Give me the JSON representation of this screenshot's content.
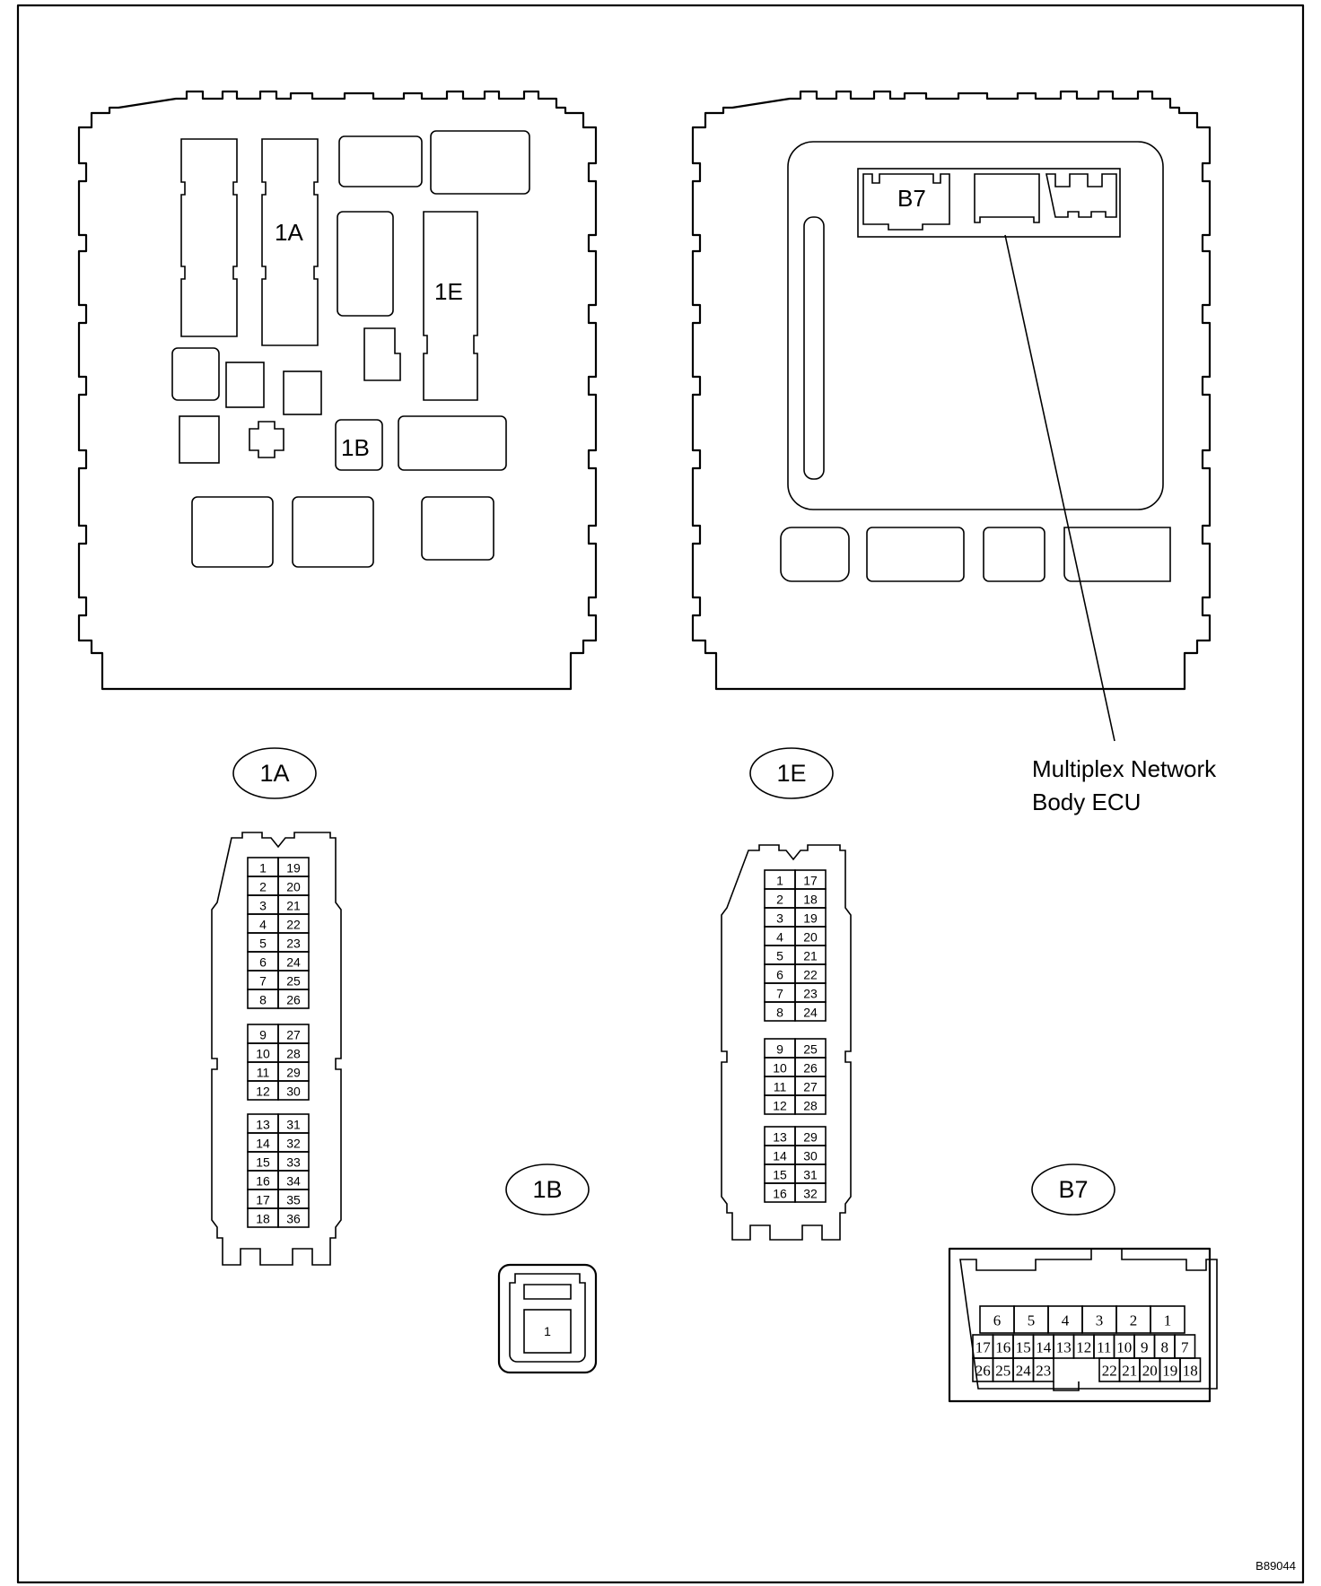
{
  "figure_code": "B89044",
  "junction_block": {
    "labels": {
      "c1a": "1A",
      "c1e": "1E",
      "c1b": "1B"
    }
  },
  "ecu_block": {
    "label_b7": "B7",
    "callout": {
      "line1": "Multiplex Network",
      "line2": "Body ECU"
    }
  },
  "connectors": {
    "c1a": {
      "name": "1A",
      "groups": [
        [
          [
            "1",
            "19"
          ],
          [
            "2",
            "20"
          ],
          [
            "3",
            "21"
          ],
          [
            "4",
            "22"
          ],
          [
            "5",
            "23"
          ],
          [
            "6",
            "24"
          ],
          [
            "7",
            "25"
          ],
          [
            "8",
            "26"
          ]
        ],
        [
          [
            "9",
            "27"
          ],
          [
            "10",
            "28"
          ],
          [
            "11",
            "29"
          ],
          [
            "12",
            "30"
          ]
        ],
        [
          [
            "13",
            "31"
          ],
          [
            "14",
            "32"
          ],
          [
            "15",
            "33"
          ],
          [
            "16",
            "34"
          ],
          [
            "17",
            "35"
          ],
          [
            "18",
            "36"
          ]
        ]
      ]
    },
    "c1e": {
      "name": "1E",
      "groups": [
        [
          [
            "1",
            "17"
          ],
          [
            "2",
            "18"
          ],
          [
            "3",
            "19"
          ],
          [
            "4",
            "20"
          ],
          [
            "5",
            "21"
          ],
          [
            "6",
            "22"
          ],
          [
            "7",
            "23"
          ],
          [
            "8",
            "24"
          ]
        ],
        [
          [
            "9",
            "25"
          ],
          [
            "10",
            "26"
          ],
          [
            "11",
            "27"
          ],
          [
            "12",
            "28"
          ]
        ],
        [
          [
            "13",
            "29"
          ],
          [
            "14",
            "30"
          ],
          [
            "15",
            "31"
          ],
          [
            "16",
            "32"
          ]
        ]
      ]
    },
    "c1b": {
      "name": "1B",
      "pins": [
        "1"
      ]
    },
    "b7": {
      "name": "B7",
      "row1": [
        "6",
        "5",
        "4",
        "3",
        "2",
        "1"
      ],
      "row2": [
        "17",
        "16",
        "15",
        "14",
        "13",
        "12",
        "11",
        "10",
        "9",
        "8",
        "7"
      ],
      "row3": [
        "26",
        "25",
        "24",
        "23",
        "",
        "22",
        "21",
        "20",
        "19",
        "18"
      ]
    }
  }
}
